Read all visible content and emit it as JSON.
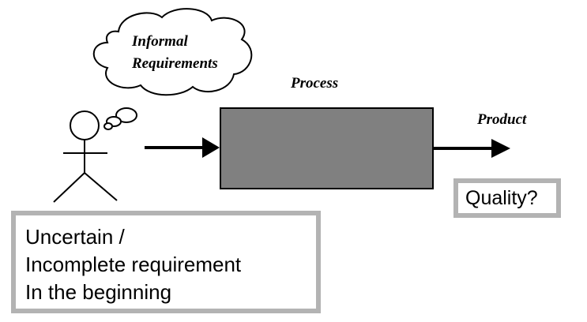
{
  "thought_cloud": {
    "line1": "Informal",
    "line2": "Requirements"
  },
  "process": {
    "label": "Process"
  },
  "product": {
    "label": "Product"
  },
  "quality_box": {
    "text": "Quality?"
  },
  "requirement_box": {
    "lines": [
      "Uncertain /",
      "Incomplete requirement",
      "In the beginning"
    ]
  },
  "colors": {
    "process_fill": "#808080",
    "box_border": "#b3b3b3",
    "stroke": "#000000"
  }
}
